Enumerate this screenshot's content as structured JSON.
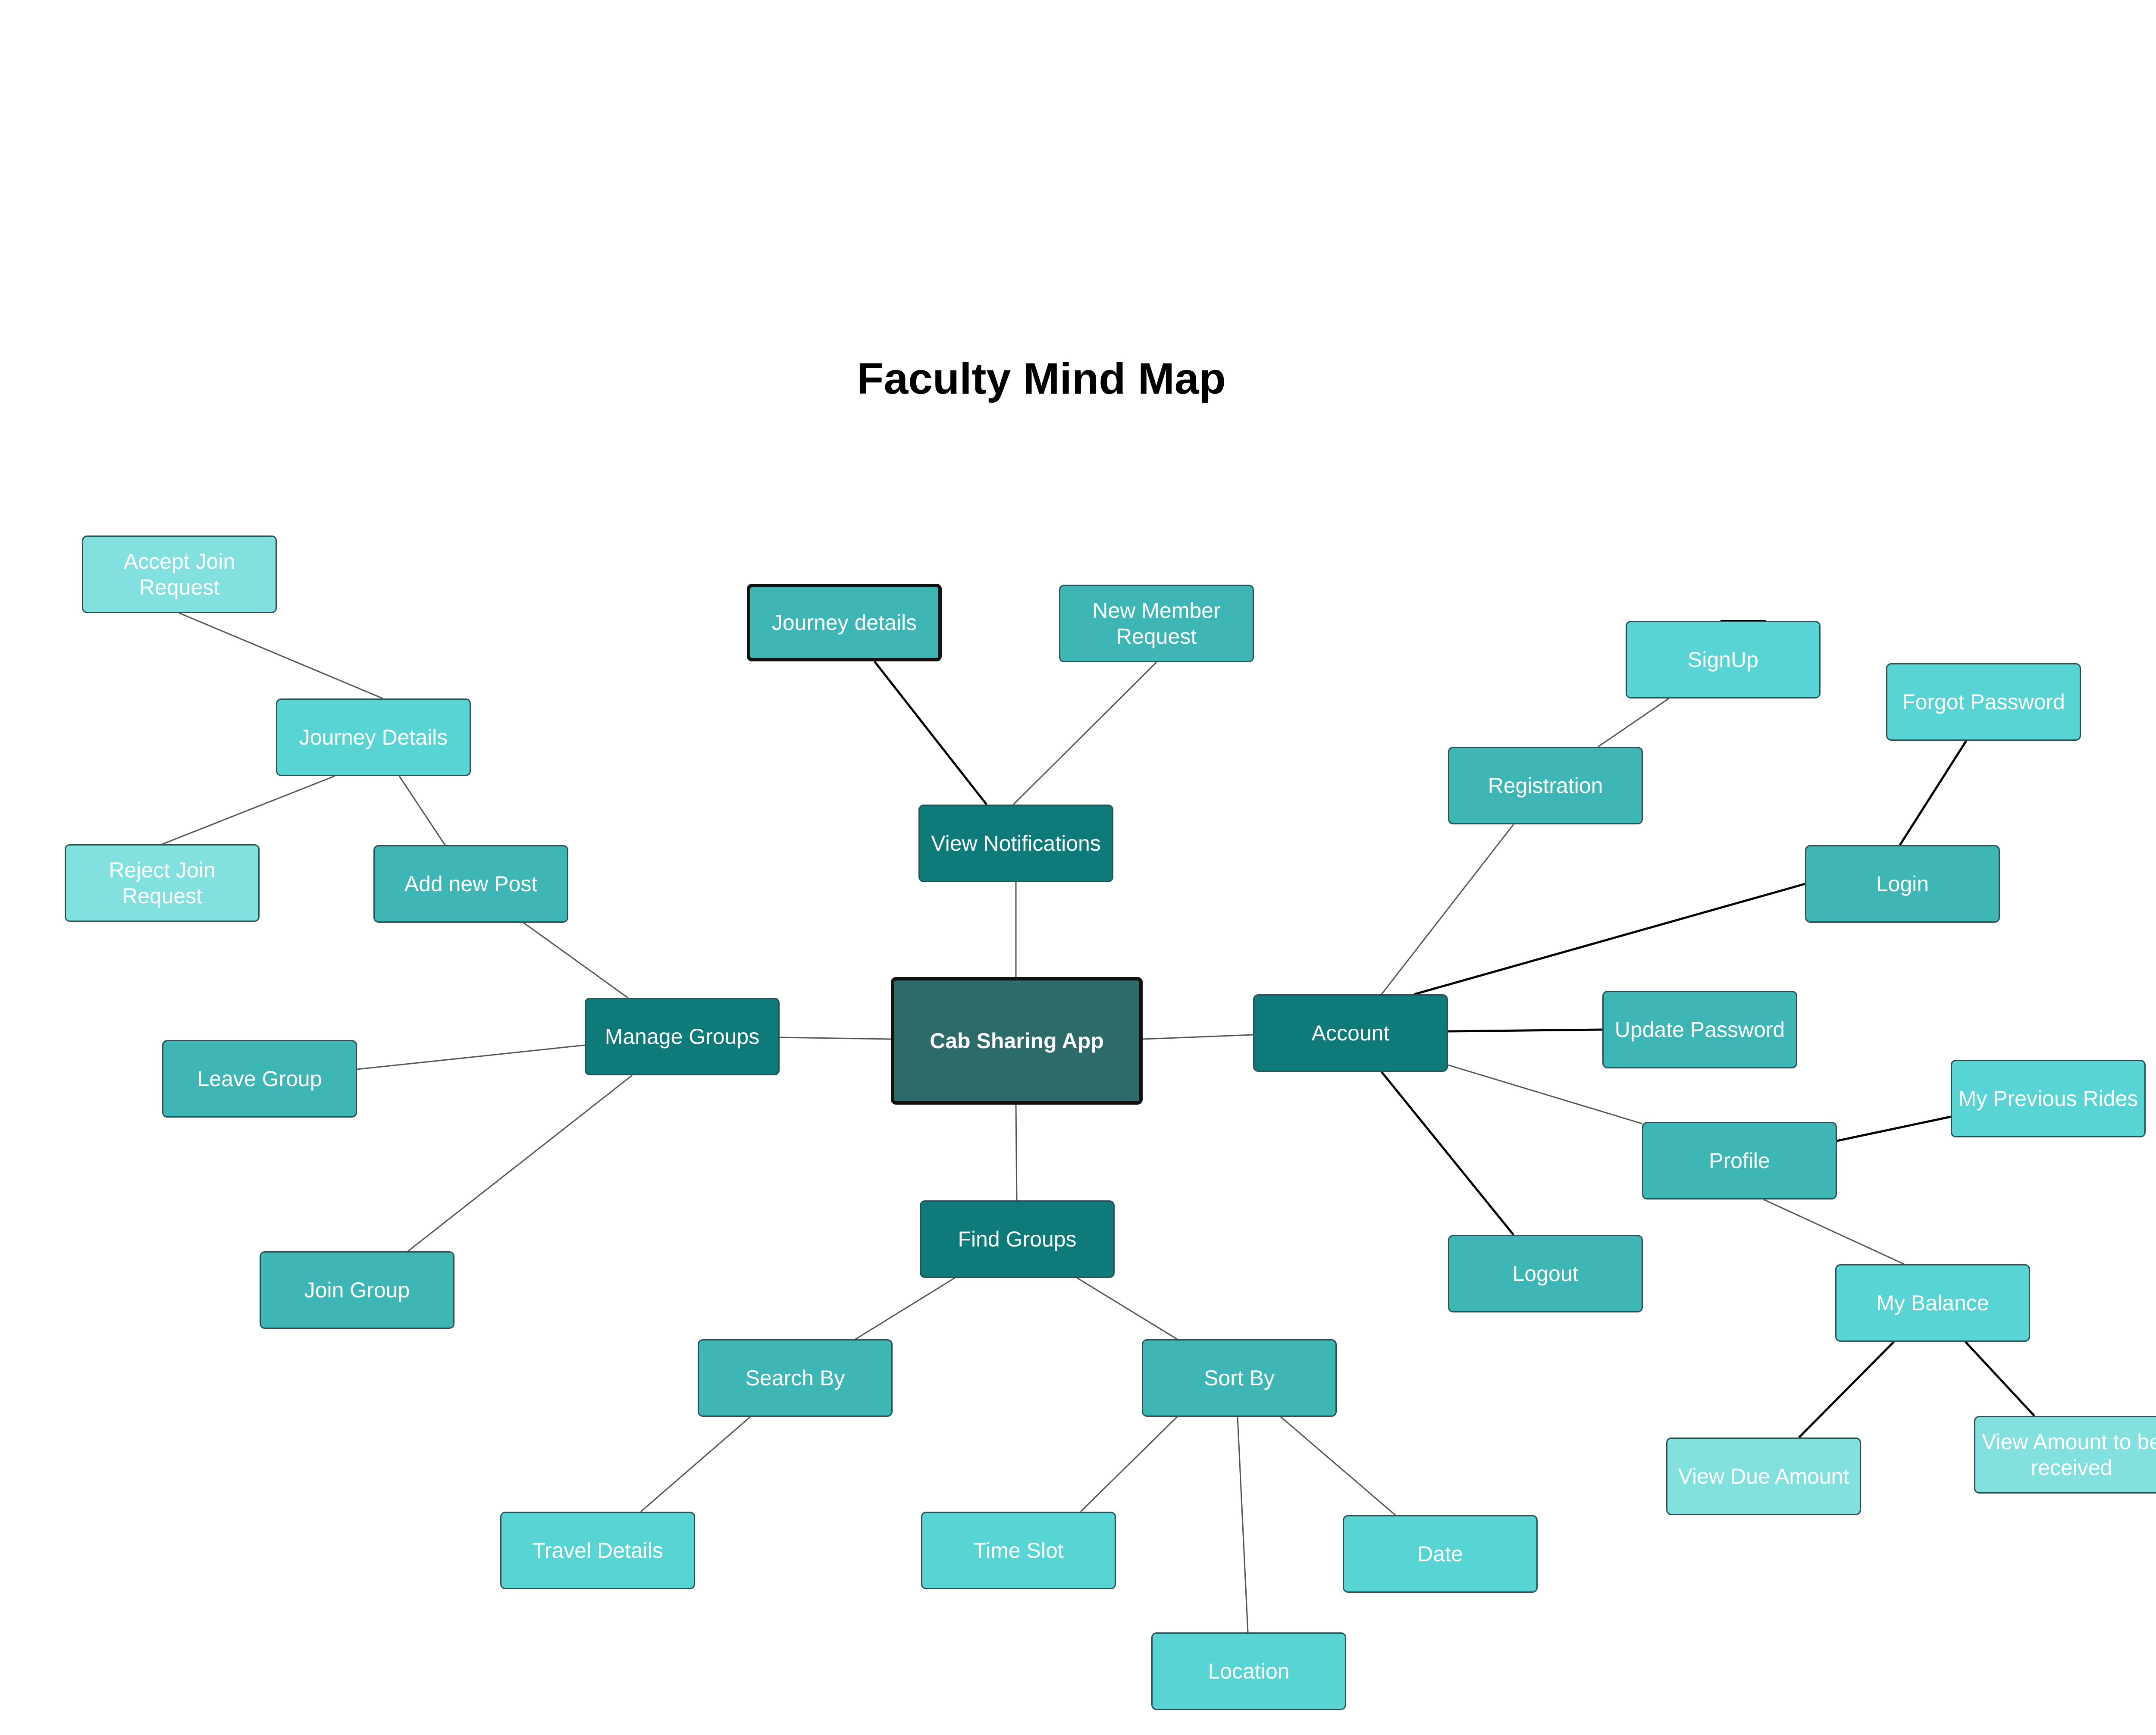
{
  "title": "Faculty Mind Map",
  "nodes": {
    "root": "Cab Sharing App",
    "account": "Account",
    "manage_groups": "Manage Groups",
    "view_notifications": "View Notifications",
    "find_groups": "Find Groups",
    "registration": "Registration",
    "signup": "SignUp",
    "login": "Login",
    "forgot_password": "Forgot Password",
    "update_password": "Update Password",
    "profile": "Profile",
    "my_previous_rides": "My Previous Rides",
    "my_balance": "My Balance",
    "view_due_amount": "View Due Amount",
    "view_amount_received": "View Amount to be received",
    "logout": "Logout",
    "journey_details_notif": "Journey  details",
    "new_member_request": "New Member Request",
    "journey_details_group": "Journey Details",
    "accept_join_request": "Accept Join Request",
    "reject_join_request": "Reject Join Request",
    "add_new_post": "Add new Post",
    "leave_group": "Leave Group",
    "join_group": "Join Group",
    "search_by": "Search By",
    "travel_details": "Travel Details",
    "sort_by": "Sort By",
    "time_slot": "Time Slot",
    "location": "Location",
    "date": "Date"
  },
  "colors": {
    "root": "#2d6b6b",
    "level1": "#0e7a7a",
    "level2": "#3fb6b6",
    "level3": "#58d4d4",
    "level4": "#82e0df",
    "edge_thin": "#555555",
    "edge_bold": "#000000"
  }
}
